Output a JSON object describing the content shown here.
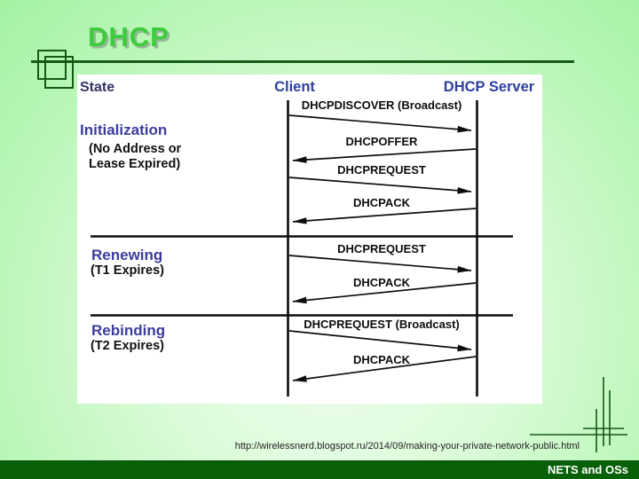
{
  "slide": {
    "title": "DHCP",
    "source_url": "http://wirelessnerd.blogspot.ru/2014/09/making-your-private-network-public.html",
    "footer": "NETS and OSs"
  },
  "diagram": {
    "headers": {
      "state": "State",
      "client": "Client",
      "server": "DHCP Server"
    },
    "states": [
      {
        "name": "Initialization",
        "detail_line1": "(No Address or",
        "detail_line2": "Lease Expired)"
      },
      {
        "name": "Renewing",
        "detail_line1": "(T1 Expires)"
      },
      {
        "name": "Rebinding",
        "detail_line1": "(T2 Expires)"
      }
    ],
    "messages": [
      {
        "label": "DHCPDISCOVER (Broadcast)",
        "direction": "client-to-server"
      },
      {
        "label": "DHCPOFFER",
        "direction": "server-to-client"
      },
      {
        "label": "DHCPREQUEST",
        "direction": "client-to-server"
      },
      {
        "label": "DHCPACK",
        "direction": "server-to-client"
      },
      {
        "label": "DHCPREQUEST",
        "direction": "client-to-server"
      },
      {
        "label": "DHCPACK",
        "direction": "server-to-client"
      },
      {
        "label": "DHCPREQUEST (Broadcast)",
        "direction": "client-to-server"
      },
      {
        "label": "DHCPACK",
        "direction": "server-to-client"
      }
    ],
    "colors": {
      "title_green": "#3ecb3e",
      "rule_dark_green": "#155915",
      "background_light_green": "#d9fbd7",
      "panel_white": "#ffffff",
      "header_blue": "#2e3f9f",
      "state_label_blue": "#3c3c9e",
      "state_header_navy": "#333366",
      "message_black": "#0d0d0d",
      "footer_green": "#086008",
      "footer_text_white": "#ffffff"
    }
  }
}
